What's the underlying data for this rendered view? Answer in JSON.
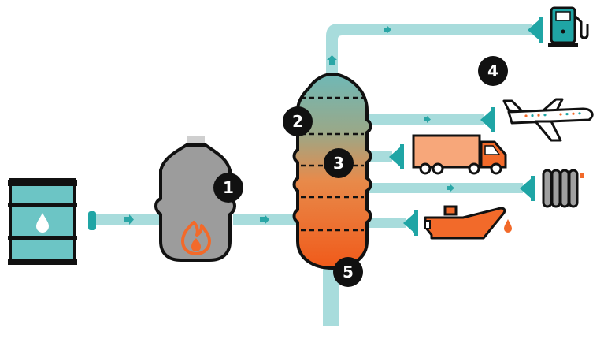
{
  "colors": {
    "pipe": "#a8dcdc",
    "pipe_dark": "#1fa5a5",
    "arrow": "#2aa6a6",
    "outline": "#111111",
    "furnace_gray": "#9c9c9c",
    "flame": "#f26a2a",
    "orange": "#f26a2a",
    "truck_light": "#f7a77a",
    "column_top": "#77b8b4",
    "column_bottom": "#f05a1a",
    "badge": "#111111"
  },
  "steps": [
    {
      "label": "1"
    },
    {
      "label": "2"
    },
    {
      "label": "3"
    },
    {
      "label": "4"
    },
    {
      "label": "5"
    }
  ],
  "products": [
    {
      "icon": "fuel-pump-icon"
    },
    {
      "icon": "airplane-icon"
    },
    {
      "icon": "truck-icon"
    },
    {
      "icon": "radiator-icon"
    },
    {
      "icon": "oil-can-icon"
    }
  ],
  "source_icon": "oil-barrel-icon",
  "furnace_icon": "furnace-icon"
}
